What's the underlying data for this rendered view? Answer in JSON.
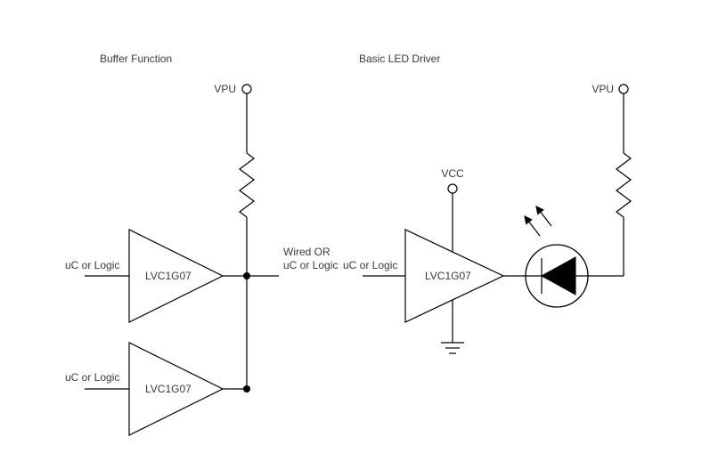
{
  "left": {
    "title": "Buffer Function",
    "vpu_label": "VPU",
    "buffer1_label": "LVC1G07",
    "buffer1_input": "uC or Logic",
    "buffer2_label": "LVC1G07",
    "buffer2_input": "uC or Logic",
    "output_label_line1": "Wired OR",
    "output_label_line2": "uC or Logic"
  },
  "right": {
    "title": "Basic LED Driver",
    "vpu_label": "VPU",
    "vcc_label": "VCC",
    "buffer_label": "LVC1G07",
    "buffer_input": "uC or Logic"
  }
}
